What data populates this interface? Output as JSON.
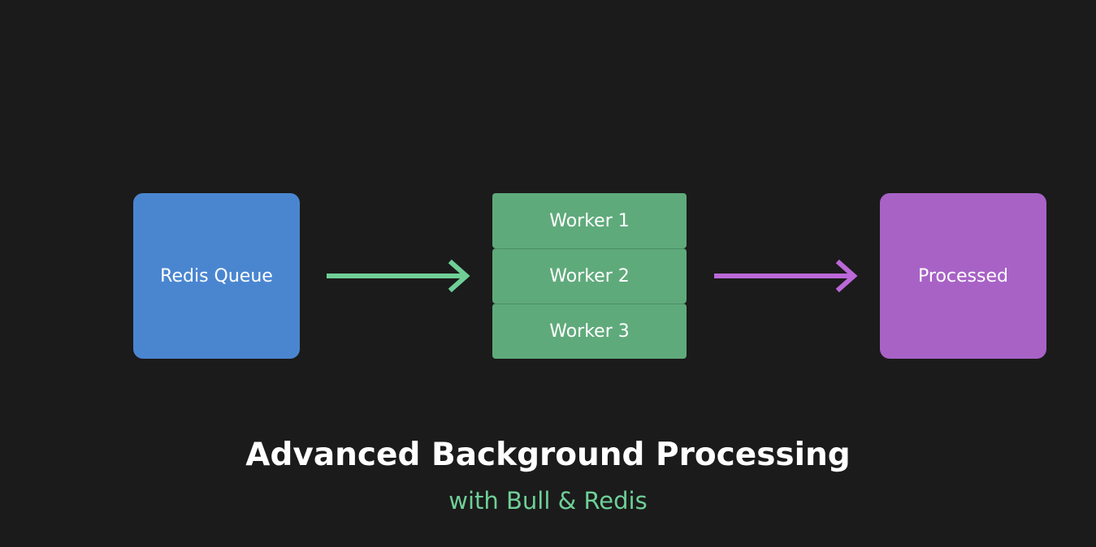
{
  "diagram": {
    "source": {
      "label": "Redis Queue",
      "color": "#4a86d0"
    },
    "workers": [
      {
        "label": "Worker 1"
      },
      {
        "label": "Worker 2"
      },
      {
        "label": "Worker 3"
      }
    ],
    "worker_color": "#5faa7b",
    "target": {
      "label": "Processed",
      "color": "#a862c6"
    },
    "arrow_in_color": "#6fcf97",
    "arrow_out_color": "#bb68d8"
  },
  "caption": {
    "title": "Advanced Background Processing",
    "subtitle": "with Bull & Redis",
    "subtitle_color": "#6fcf97"
  }
}
